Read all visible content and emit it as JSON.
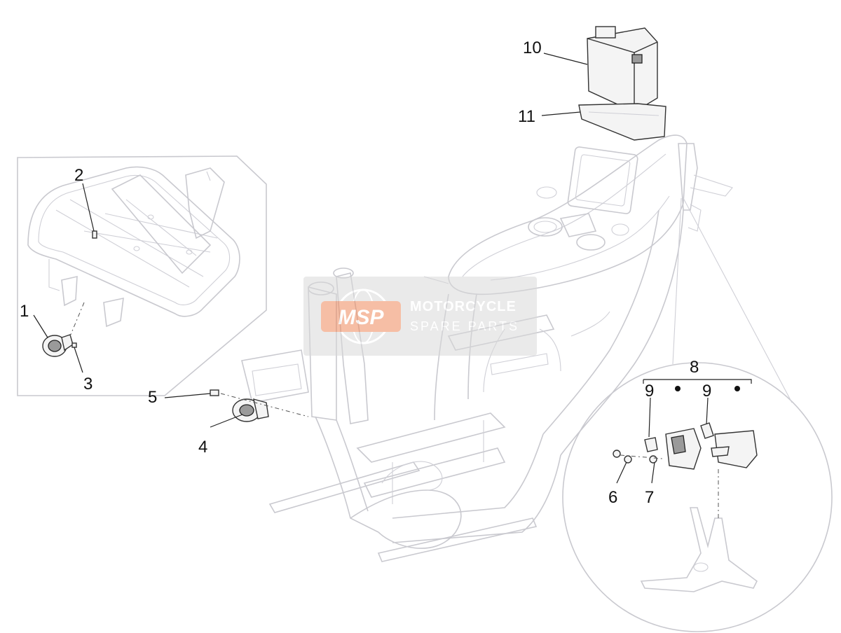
{
  "callouts": [
    {
      "id": "c1",
      "label": "1"
    },
    {
      "id": "c2",
      "label": "2"
    },
    {
      "id": "c3",
      "label": "3"
    },
    {
      "id": "c4",
      "label": "4"
    },
    {
      "id": "c5",
      "label": "5"
    },
    {
      "id": "c6",
      "label": "6"
    },
    {
      "id": "c7",
      "label": "7"
    },
    {
      "id": "c8",
      "label": "8"
    },
    {
      "id": "c9a",
      "label": "9"
    },
    {
      "id": "c9b",
      "label": "9"
    },
    {
      "id": "c10",
      "label": "10"
    },
    {
      "id": "c11",
      "label": "11"
    }
  ],
  "watermark": {
    "logo": "MSP",
    "line1": "MOTORCYCLE",
    "line2": "SPARE PARTS",
    "accent": "#f08a5d",
    "panel": "#d9d9d9"
  },
  "colors": {
    "outline": "#c9c9cf",
    "part": "#333333",
    "text": "#111111"
  }
}
